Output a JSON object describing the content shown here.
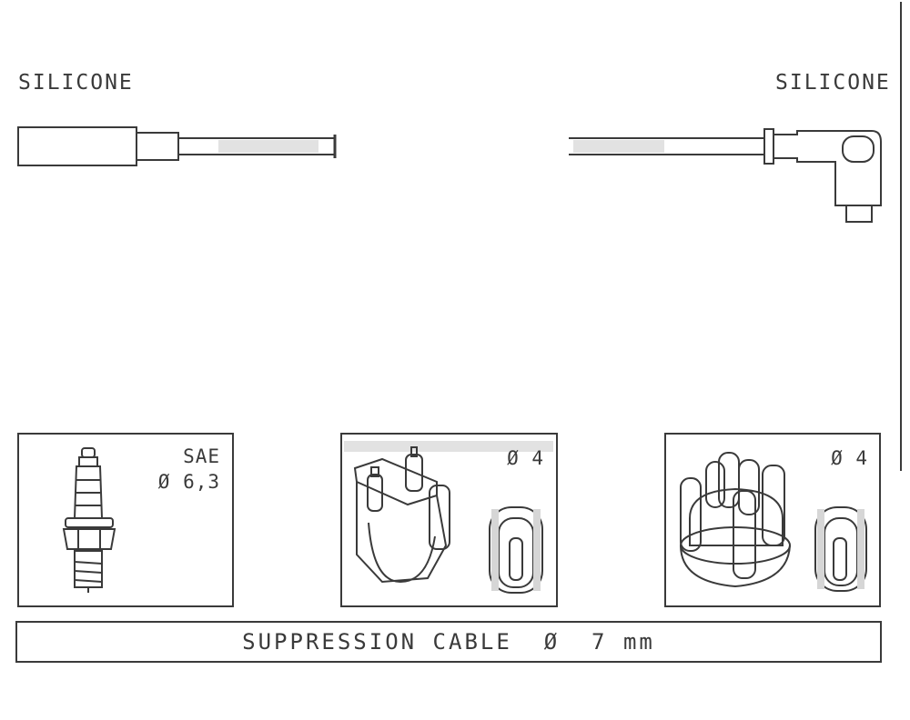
{
  "labels": {
    "left_material": "SILICONE",
    "right_material": "SILICONE"
  },
  "spark_plug_box": {
    "line1": "SAE",
    "line2": "Ø 6,3"
  },
  "coil_box": {
    "diameter": "Ø 4"
  },
  "distributor_box": {
    "diameter": "Ø 4"
  },
  "cable_bar": {
    "text": "SUPPRESSION CABLE  Ø  7 mm"
  }
}
